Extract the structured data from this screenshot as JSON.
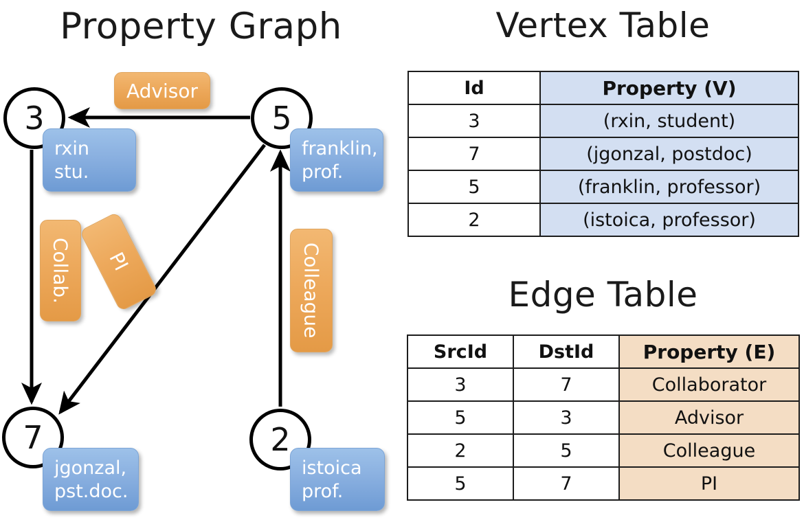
{
  "panels": {
    "graph_title": "Property Graph",
    "vertex_table_title": "Vertex Table",
    "edge_table_title": "Edge Table"
  },
  "colors": {
    "vertex_property_fill": "#d3dff2",
    "edge_property_fill": "#f4ddc4",
    "node_box_blue": "#8ab0e0",
    "edge_label_orange": "#eda95c",
    "stroke": "#000000"
  },
  "graph": {
    "nodes": [
      {
        "id": "3",
        "property_line1": "rxin",
        "property_line2": "stu."
      },
      {
        "id": "5",
        "property_line1": "franklin,",
        "property_line2": "prof."
      },
      {
        "id": "7",
        "property_line1": "jgonzal,",
        "property_line2": "pst.doc."
      },
      {
        "id": "2",
        "property_line1": "istoica",
        "property_line2": "prof."
      }
    ],
    "edge_labels": [
      {
        "name": "advisor",
        "text": "Advisor"
      },
      {
        "name": "collab",
        "text": "Collab."
      },
      {
        "name": "pi",
        "text": "PI"
      },
      {
        "name": "colleague",
        "text": "Colleague"
      }
    ]
  },
  "vertex_table": {
    "headers": [
      "Id",
      "Property (V)"
    ],
    "rows": [
      {
        "id": "3",
        "property": "(rxin, student)"
      },
      {
        "id": "7",
        "property": "(jgonzal, postdoc)"
      },
      {
        "id": "5",
        "property": "(franklin, professor)"
      },
      {
        "id": "2",
        "property": "(istoica, professor)"
      }
    ]
  },
  "edge_table": {
    "headers": [
      "SrcId",
      "DstId",
      "Property (E)"
    ],
    "rows": [
      {
        "src": "3",
        "dst": "7",
        "property": "Collaborator"
      },
      {
        "src": "5",
        "dst": "3",
        "property": "Advisor"
      },
      {
        "src": "2",
        "dst": "5",
        "property": "Colleague"
      },
      {
        "src": "5",
        "dst": "7",
        "property": "PI"
      }
    ]
  }
}
